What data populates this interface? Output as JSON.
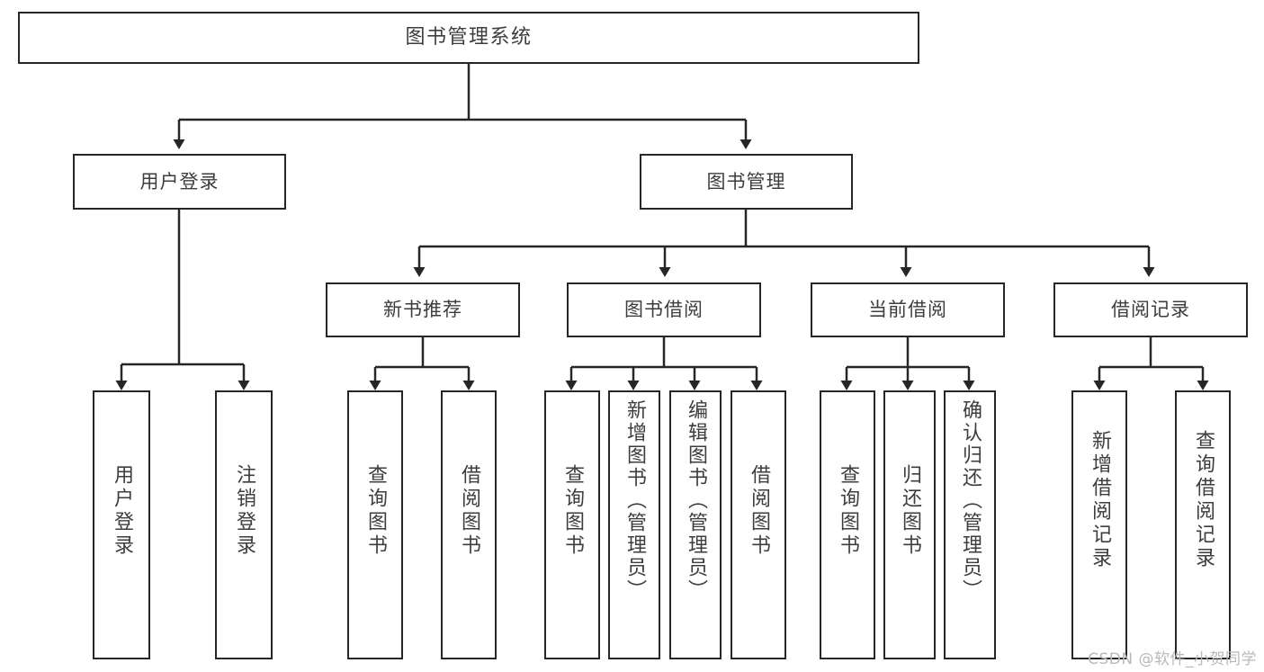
{
  "diagram": {
    "title": "图书管理系统",
    "type": "tree",
    "root": {
      "label": "图书管理系统"
    },
    "level2": [
      {
        "label": "用户登录"
      },
      {
        "label": "图书管理"
      }
    ],
    "level3": [
      {
        "label": "新书推荐"
      },
      {
        "label": "图书借阅"
      },
      {
        "label": "当前借阅"
      },
      {
        "label": "借阅记录"
      }
    ],
    "leaves": {
      "user_login": [
        {
          "label": "用户登录"
        },
        {
          "label": "注销登录"
        }
      ],
      "new_book_recommend": [
        {
          "label": "查询图书"
        },
        {
          "label": "借阅图书"
        }
      ],
      "book_borrow": [
        {
          "label": "查询图书"
        },
        {
          "label": "新增图书（管理员）"
        },
        {
          "label": "编辑图书（管理员）"
        },
        {
          "label": "借阅图书"
        }
      ],
      "current_borrow": [
        {
          "label": "查询图书"
        },
        {
          "label": "归还图书"
        },
        {
          "label": "确认归还（管理员）"
        }
      ],
      "borrow_records": [
        {
          "label": "新增借阅记录"
        },
        {
          "label": "查询借阅记录"
        }
      ]
    }
  },
  "watermark": {
    "text": "CSDN @软件_小贺同学"
  },
  "colors": {
    "border": "#262626",
    "text": "#3d3d3d",
    "background": "#ffffff",
    "watermark": "#b9b9b9"
  }
}
